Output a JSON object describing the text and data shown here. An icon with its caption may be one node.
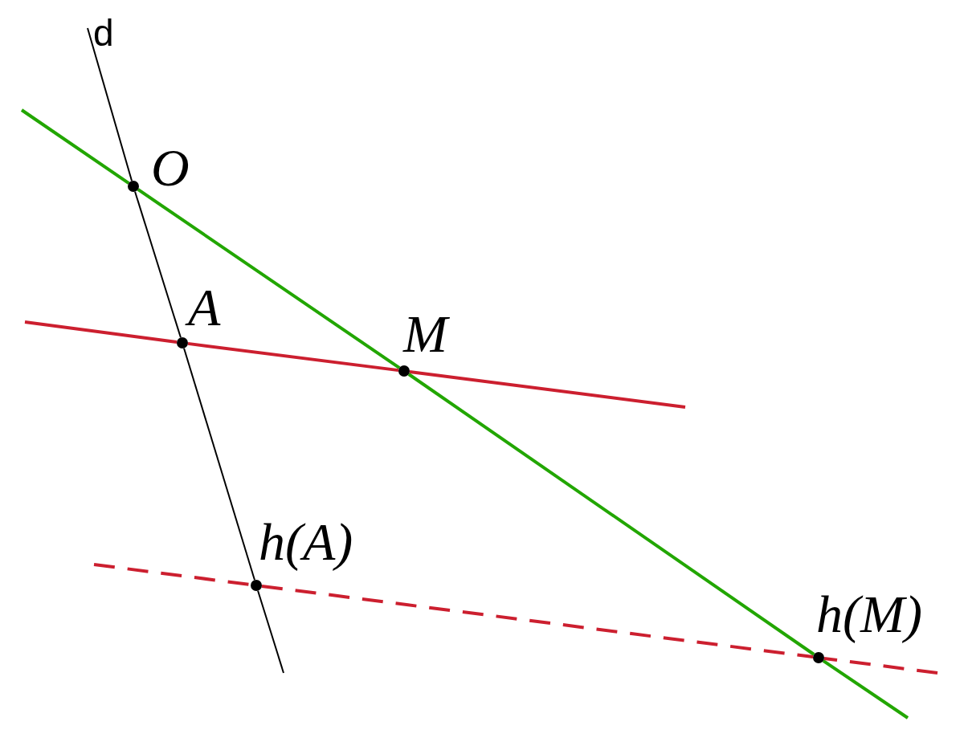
{
  "diagram": {
    "nodes": [
      {
        "text": [],
        "shape": "circle",
        "beside": [
          "O"
        ]
      },
      {
        "text": [],
        "shape": "circle",
        "beside": [
          "A"
        ]
      },
      {
        "text": [],
        "shape": "circle",
        "beside": [
          "M"
        ]
      },
      {
        "text": [],
        "shape": "circle",
        "beside": [
          "h(A)"
        ]
      },
      {
        "text": [],
        "shape": "circle",
        "beside": [
          "h(M)"
        ]
      }
    ],
    "edges": [
      {
        "from": 0,
        "to": 1,
        "arrow": "none",
        "color": "#000000"
      },
      {
        "from": 1,
        "to": 3,
        "arrow": "none",
        "color": "#000000"
      },
      {
        "from": 0,
        "to": 2,
        "arrow": "none",
        "color": "#22a600"
      },
      {
        "from": 2,
        "to": 4,
        "arrow": "none",
        "color": "#22a600"
      },
      {
        "from": 1,
        "to": 2,
        "arrow": "none",
        "color": "#cc1f2f"
      },
      {
        "from": 3,
        "to": 4,
        "arrow": "none",
        "style": "dashed",
        "color": "#cc1f2f"
      }
    ],
    "labels": [
      "d"
    ]
  }
}
